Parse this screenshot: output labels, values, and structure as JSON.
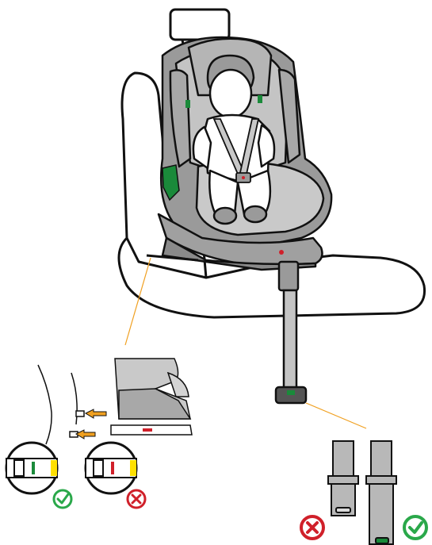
{
  "figure": {
    "callouts": [
      {
        "id": "isofix-callout",
        "indicator_color": "#1a8a3a",
        "status": "correct"
      },
      {
        "id": "leg-callout",
        "status": "correct"
      }
    ],
    "indicators": {
      "isofix_left": {
        "window_color": "#1a8a3a",
        "result": "correct-icon"
      },
      "isofix_right": {
        "window_color": "#d0202a",
        "result": "incorrect-icon"
      },
      "leg_left": {
        "window_color": "#d9d9d9",
        "result": "incorrect-icon"
      },
      "leg_right": {
        "window_color": "#1a8a3a",
        "result": "correct-icon"
      }
    },
    "colors": {
      "seat": "#b8b8b8",
      "seat_dark": "#8f8f8f",
      "buckle_green": "#1a8a3a",
      "leader_line": "#f0a020",
      "arrow": "#f0a020",
      "correct": "#2aa84a",
      "incorrect": "#d0202a",
      "accent_yellow": "#ffe000"
    }
  }
}
